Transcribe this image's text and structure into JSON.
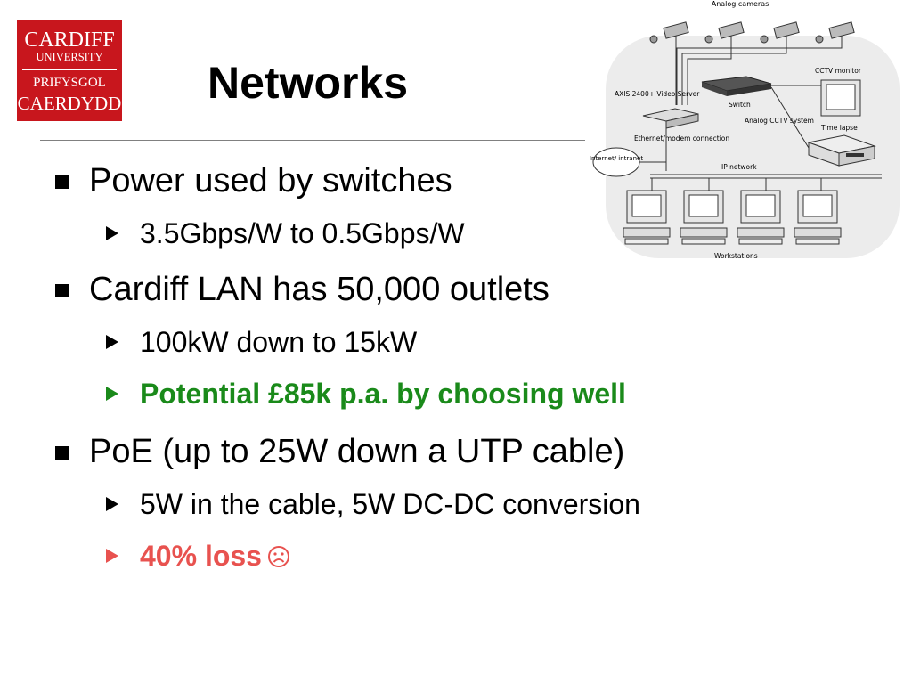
{
  "slide": {
    "title": "Networks",
    "bullets": [
      {
        "text": "Power used by switches",
        "sub": [
          "3.5Gbps/W to 0.5Gbps/W"
        ]
      },
      {
        "text": "Cardiff LAN has 50,000 outlets",
        "sub": [
          "100kW down to 15kW",
          "Potential £85k p.a. by choosing well"
        ]
      },
      {
        "text": "PoE (up to 25W down a UTP cable)",
        "sub": [
          "5W in the cable, 5W DC-DC conversion",
          "40% loss"
        ]
      }
    ]
  },
  "logo": {
    "line1": "CARDIFF",
    "line2": "UNIVERSITY",
    "line3": "PRIFYSGOL",
    "line4": "CAERDYDD",
    "color": "#c8161d"
  },
  "diagram": {
    "labels": {
      "cameras": "Analog cameras",
      "monitor": "CCTV monitor",
      "video_server": "AXIS 2400+ Video Server",
      "switch": "Switch",
      "cctv_system": "Analog CCTV system",
      "time_lapse": "Time lapse",
      "ethernet": "Ethernet/modem connection",
      "internet": "Internet/ intranet",
      "ip_network": "IP network",
      "workstations": "Workstations"
    }
  },
  "colors": {
    "highlight_green": "#1a8a1a",
    "highlight_red": "#e8524f"
  },
  "icons": {
    "sad_face": "sad-face-icon"
  }
}
